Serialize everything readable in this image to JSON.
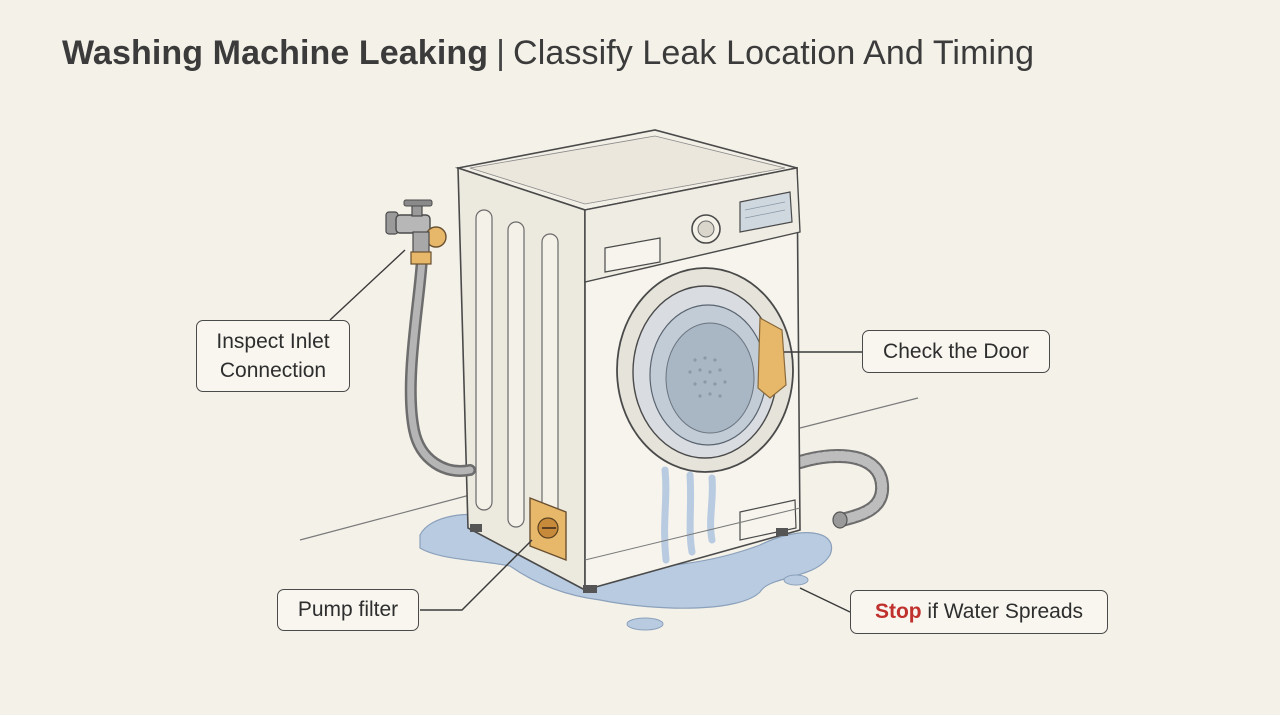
{
  "title": {
    "main": "Washing Machine Leaking",
    "separator": "|",
    "sub": "Classify Leak Location And Timing"
  },
  "callouts": {
    "inlet": {
      "line1": "Inspect Inlet",
      "line2": "Connection"
    },
    "door": "Check the Door",
    "pump": "Pump filter",
    "stop": {
      "emphasis": "Stop",
      "rest": " if Water Spreads"
    }
  },
  "colors": {
    "background": "#f4f1e8",
    "warning": "#c0302c",
    "water": "#b9cbe0",
    "highlight": "#e8b86a"
  },
  "icons": {
    "inlet_valve": "faucet-valve-icon",
    "pump_filter": "pump-filter-icon"
  }
}
